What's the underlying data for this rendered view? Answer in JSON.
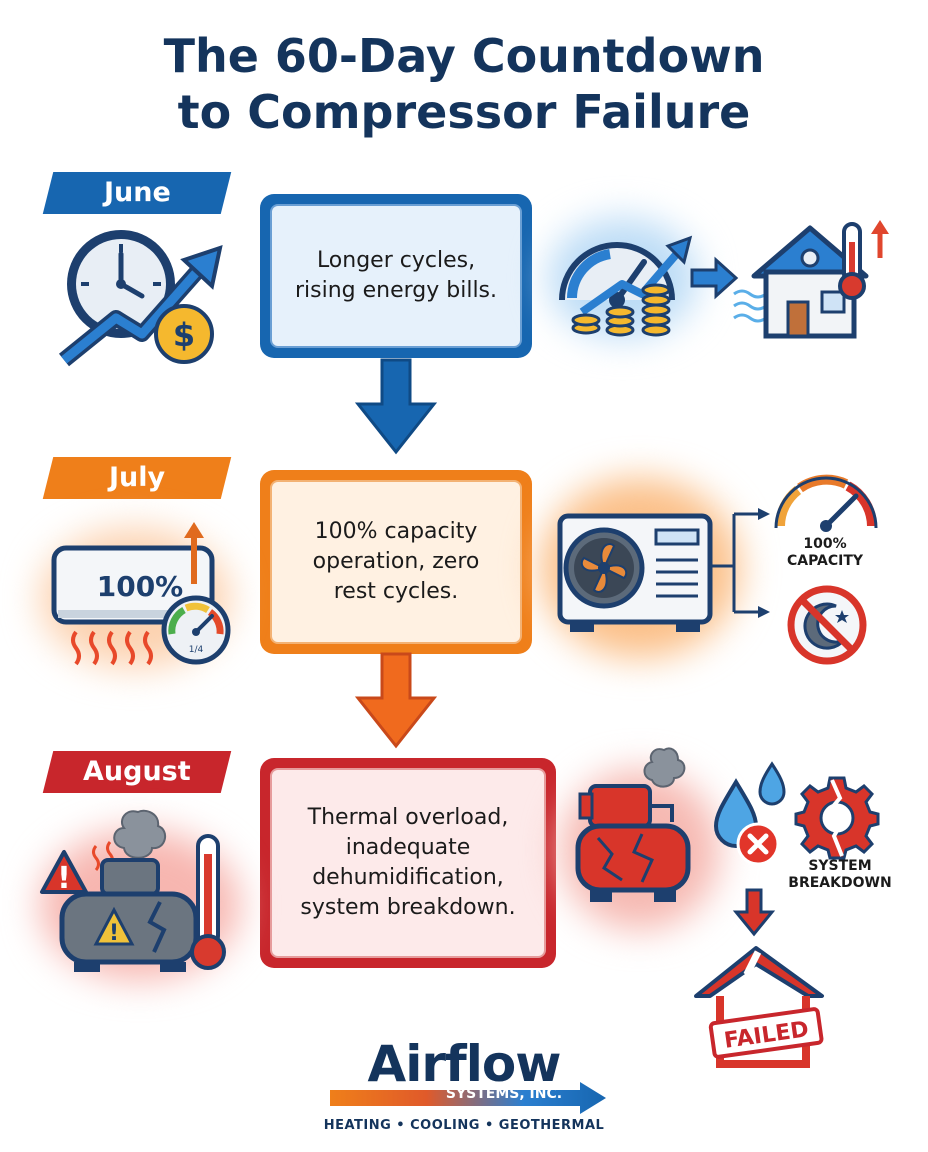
{
  "title": {
    "line1": "The 60-Day Countdown",
    "line2": "to Compressor Failure"
  },
  "stages": [
    {
      "month": "June",
      "text": "Longer cycles, rising energy bills.",
      "color": "#1766b0"
    },
    {
      "month": "July",
      "text": "100% capacity operation, zero rest cycles.",
      "color": "#ef7f1a"
    },
    {
      "month": "August",
      "text": "Thermal overload, inadequate dehumidification, system breakdown.",
      "color": "#c8262c"
    }
  ],
  "icons": {
    "ac_display": "100%",
    "gauge_reading": "1/4",
    "capacity_label_line1": "100%",
    "capacity_label_line2": "CAPACITY",
    "breakdown_label_line1": "SYSTEM",
    "breakdown_label_line2": "BREAKDOWN",
    "failed_stamp": "FAILED"
  },
  "logo": {
    "name": "Airflow",
    "subtitle": "SYSTEMS, INC.",
    "tagline": "HEATING • COOLING • GEOTHERMAL"
  }
}
